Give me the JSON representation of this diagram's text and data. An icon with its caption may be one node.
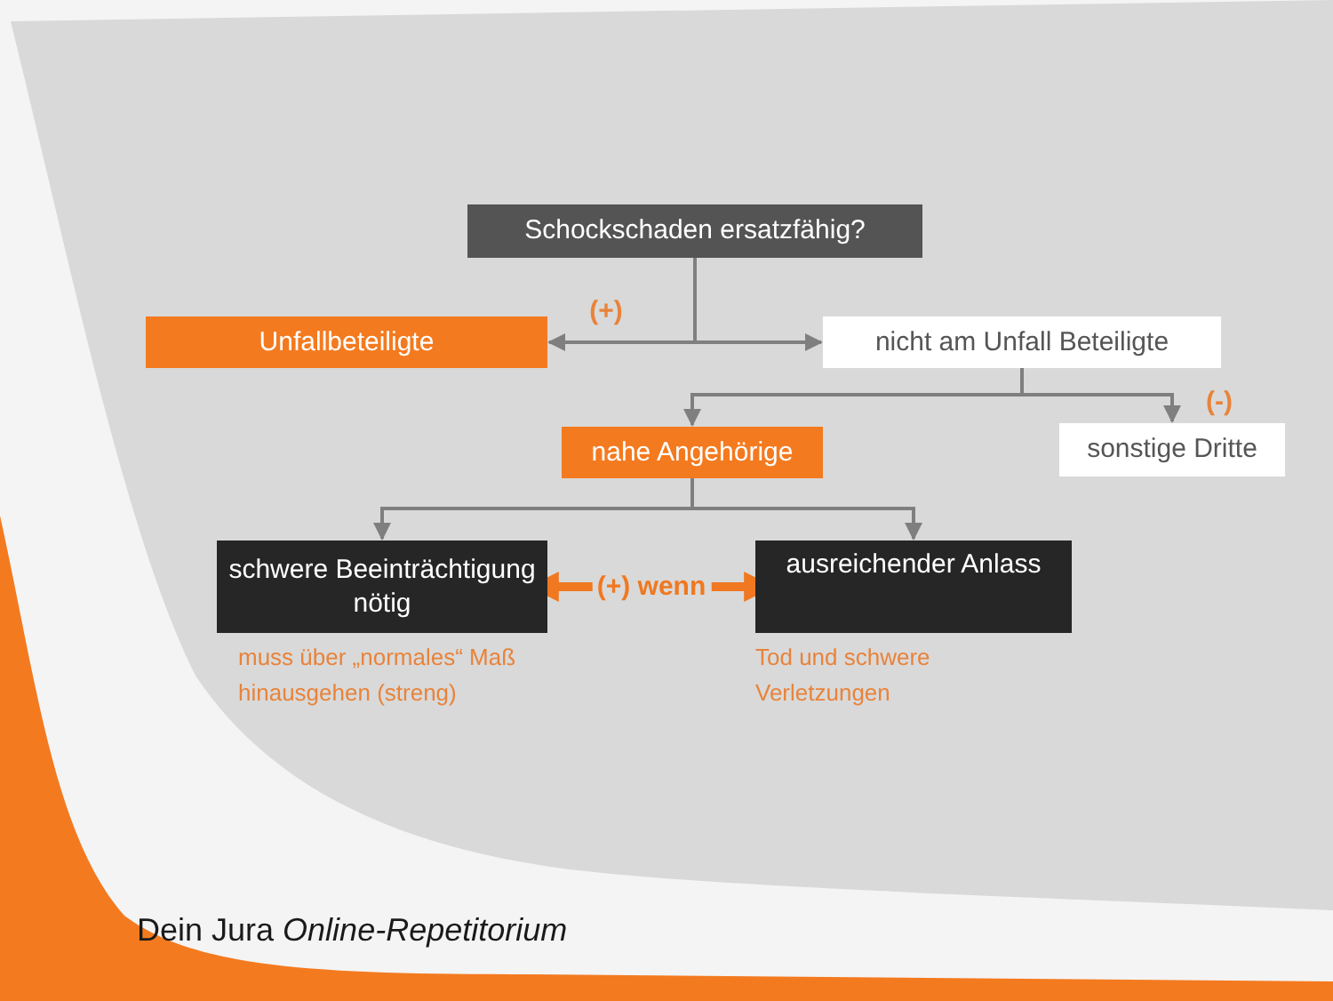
{
  "diagram": {
    "nodes": [
      {
        "text": [
          "Schockschaden ersatzfähig?"
        ]
      },
      {
        "text": [
          "Unfallbeteiligte"
        ]
      },
      {
        "text": [
          "nicht am Unfall Beteiligte"
        ]
      },
      {
        "text": [
          "nahe Angehörige"
        ]
      },
      {
        "text": [
          "sonstige Dritte"
        ]
      },
      {
        "text": [
          "schwere Beeinträchtigung nötig"
        ],
        "beside": [
          "muss über „normales“ Maß hinausgehen (streng)"
        ]
      },
      {
        "text": [
          "ausreichender Anlass"
        ],
        "beside": [
          "Tod und schwere Verletzungen"
        ]
      }
    ],
    "edges": [
      {
        "from": 0,
        "to": 1,
        "arrow": "to",
        "label": "(+)"
      },
      {
        "from": 0,
        "to": 2,
        "arrow": "to"
      },
      {
        "from": 2,
        "to": 3,
        "arrow": "to"
      },
      {
        "from": 2,
        "to": 4,
        "arrow": "to",
        "label": "(-)"
      },
      {
        "from": 3,
        "to": 5,
        "arrow": "to"
      },
      {
        "from": 3,
        "to": 6,
        "arrow": "to"
      },
      {
        "from": 5,
        "to": 6,
        "arrow": "both",
        "label": "(+) wenn",
        "style": "thick",
        "color": "#f07820"
      }
    ],
    "labels": [
      "Dein Jura *Online-Repetitorium*"
    ]
  }
}
